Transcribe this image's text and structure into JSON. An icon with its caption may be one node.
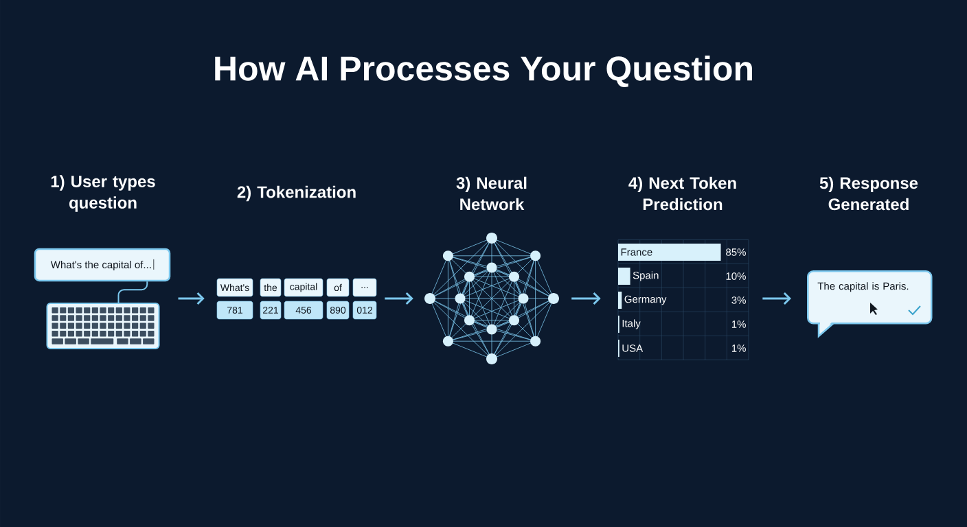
{
  "diagram": {
    "title": "How AI Processes Your Question",
    "nodes": [
      {
        "text": [
          "What's the capital of..."
        ]
      },
      {
        "text": [],
        "shape": "picture"
      },
      {
        "text": [
          "What's"
        ]
      },
      {
        "text": [
          "the"
        ]
      },
      {
        "text": [
          "capital"
        ]
      },
      {
        "text": [
          "of"
        ]
      },
      {
        "text": [
          "..."
        ]
      },
      {
        "text": [
          "781"
        ]
      },
      {
        "text": [
          "221"
        ]
      },
      {
        "text": [
          "456"
        ]
      },
      {
        "text": [
          "890"
        ]
      },
      {
        "text": [
          "012"
        ]
      },
      {
        "text": [],
        "shape": "picture"
      },
      {
        "text": [],
        "shape": "chart"
      },
      {
        "text": [
          "The capital is Paris."
        ]
      }
    ],
    "edges": [
      {
        "from": 0,
        "to": 1,
        "arrow": "none"
      },
      {
        "from": 1,
        "to": 7,
        "arrow": "to"
      },
      {
        "from": 11,
        "to": 12,
        "arrow": "to"
      },
      {
        "from": 12,
        "to": 13,
        "arrow": "to"
      },
      {
        "from": 13,
        "to": 14,
        "arrow": "to"
      }
    ],
    "labels": [
      "1) User types question",
      "2) Tokenization",
      "3) Neural Network",
      "4) Next Token Prediction",
      "5) Response Generated"
    ],
    "chart_data": {
      "type": "bar",
      "orientation": "horizontal",
      "categories": [
        "France",
        "Spain",
        "Germany",
        "Italy",
        "USA"
      ],
      "values": [
        85,
        10,
        3,
        1,
        1
      ],
      "value_labels": [
        "85%",
        "10%",
        "3%",
        "1%",
        "1%"
      ]
    }
  }
}
